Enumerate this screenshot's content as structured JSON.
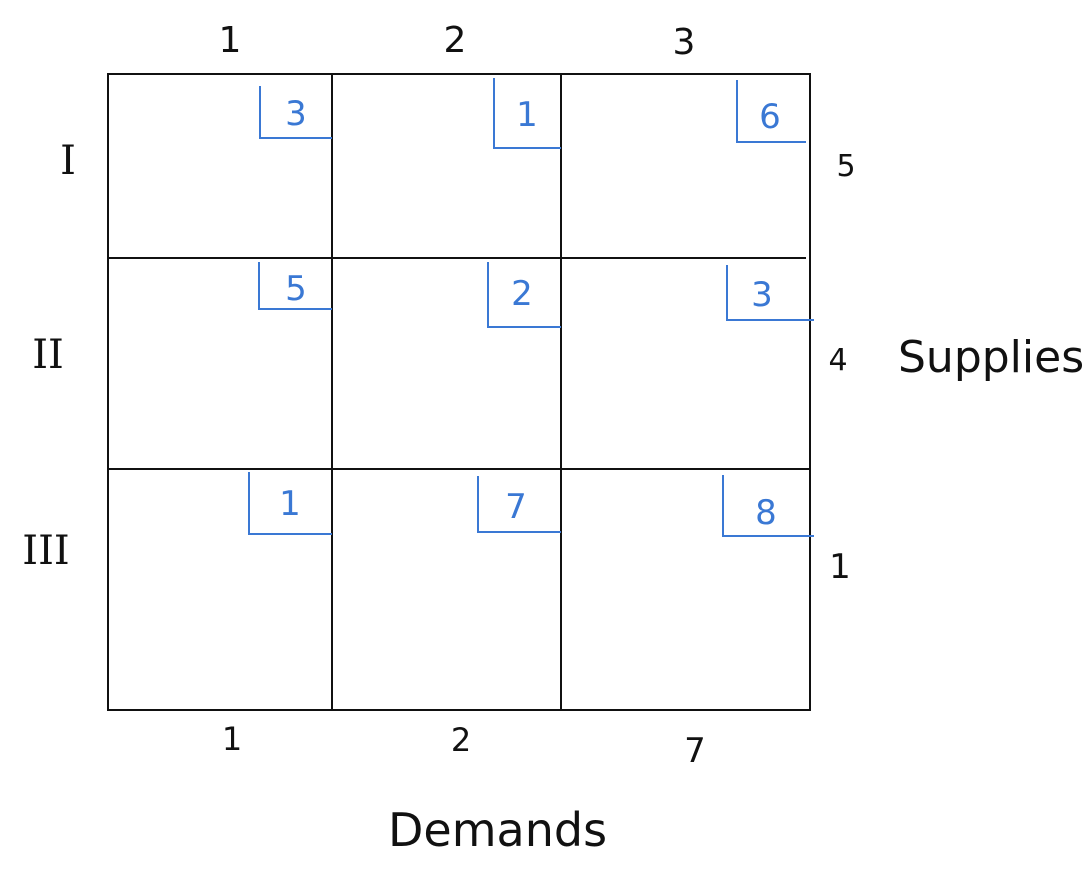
{
  "column_headers": [
    "1",
    "2",
    "3"
  ],
  "row_headers": [
    "I",
    "II",
    "III"
  ],
  "costs": [
    [
      "3",
      "1",
      "6"
    ],
    [
      "5",
      "2",
      "3"
    ],
    [
      "1",
      "7",
      "8"
    ]
  ],
  "supplies": {
    "label": "Supplies",
    "values": [
      "5",
      "4",
      "1"
    ]
  },
  "demands": {
    "label": "Demands",
    "values": [
      "1",
      "2",
      "7"
    ]
  },
  "colors": {
    "grid": "#111111",
    "cost": "#3a78d4",
    "text": "#111111"
  }
}
